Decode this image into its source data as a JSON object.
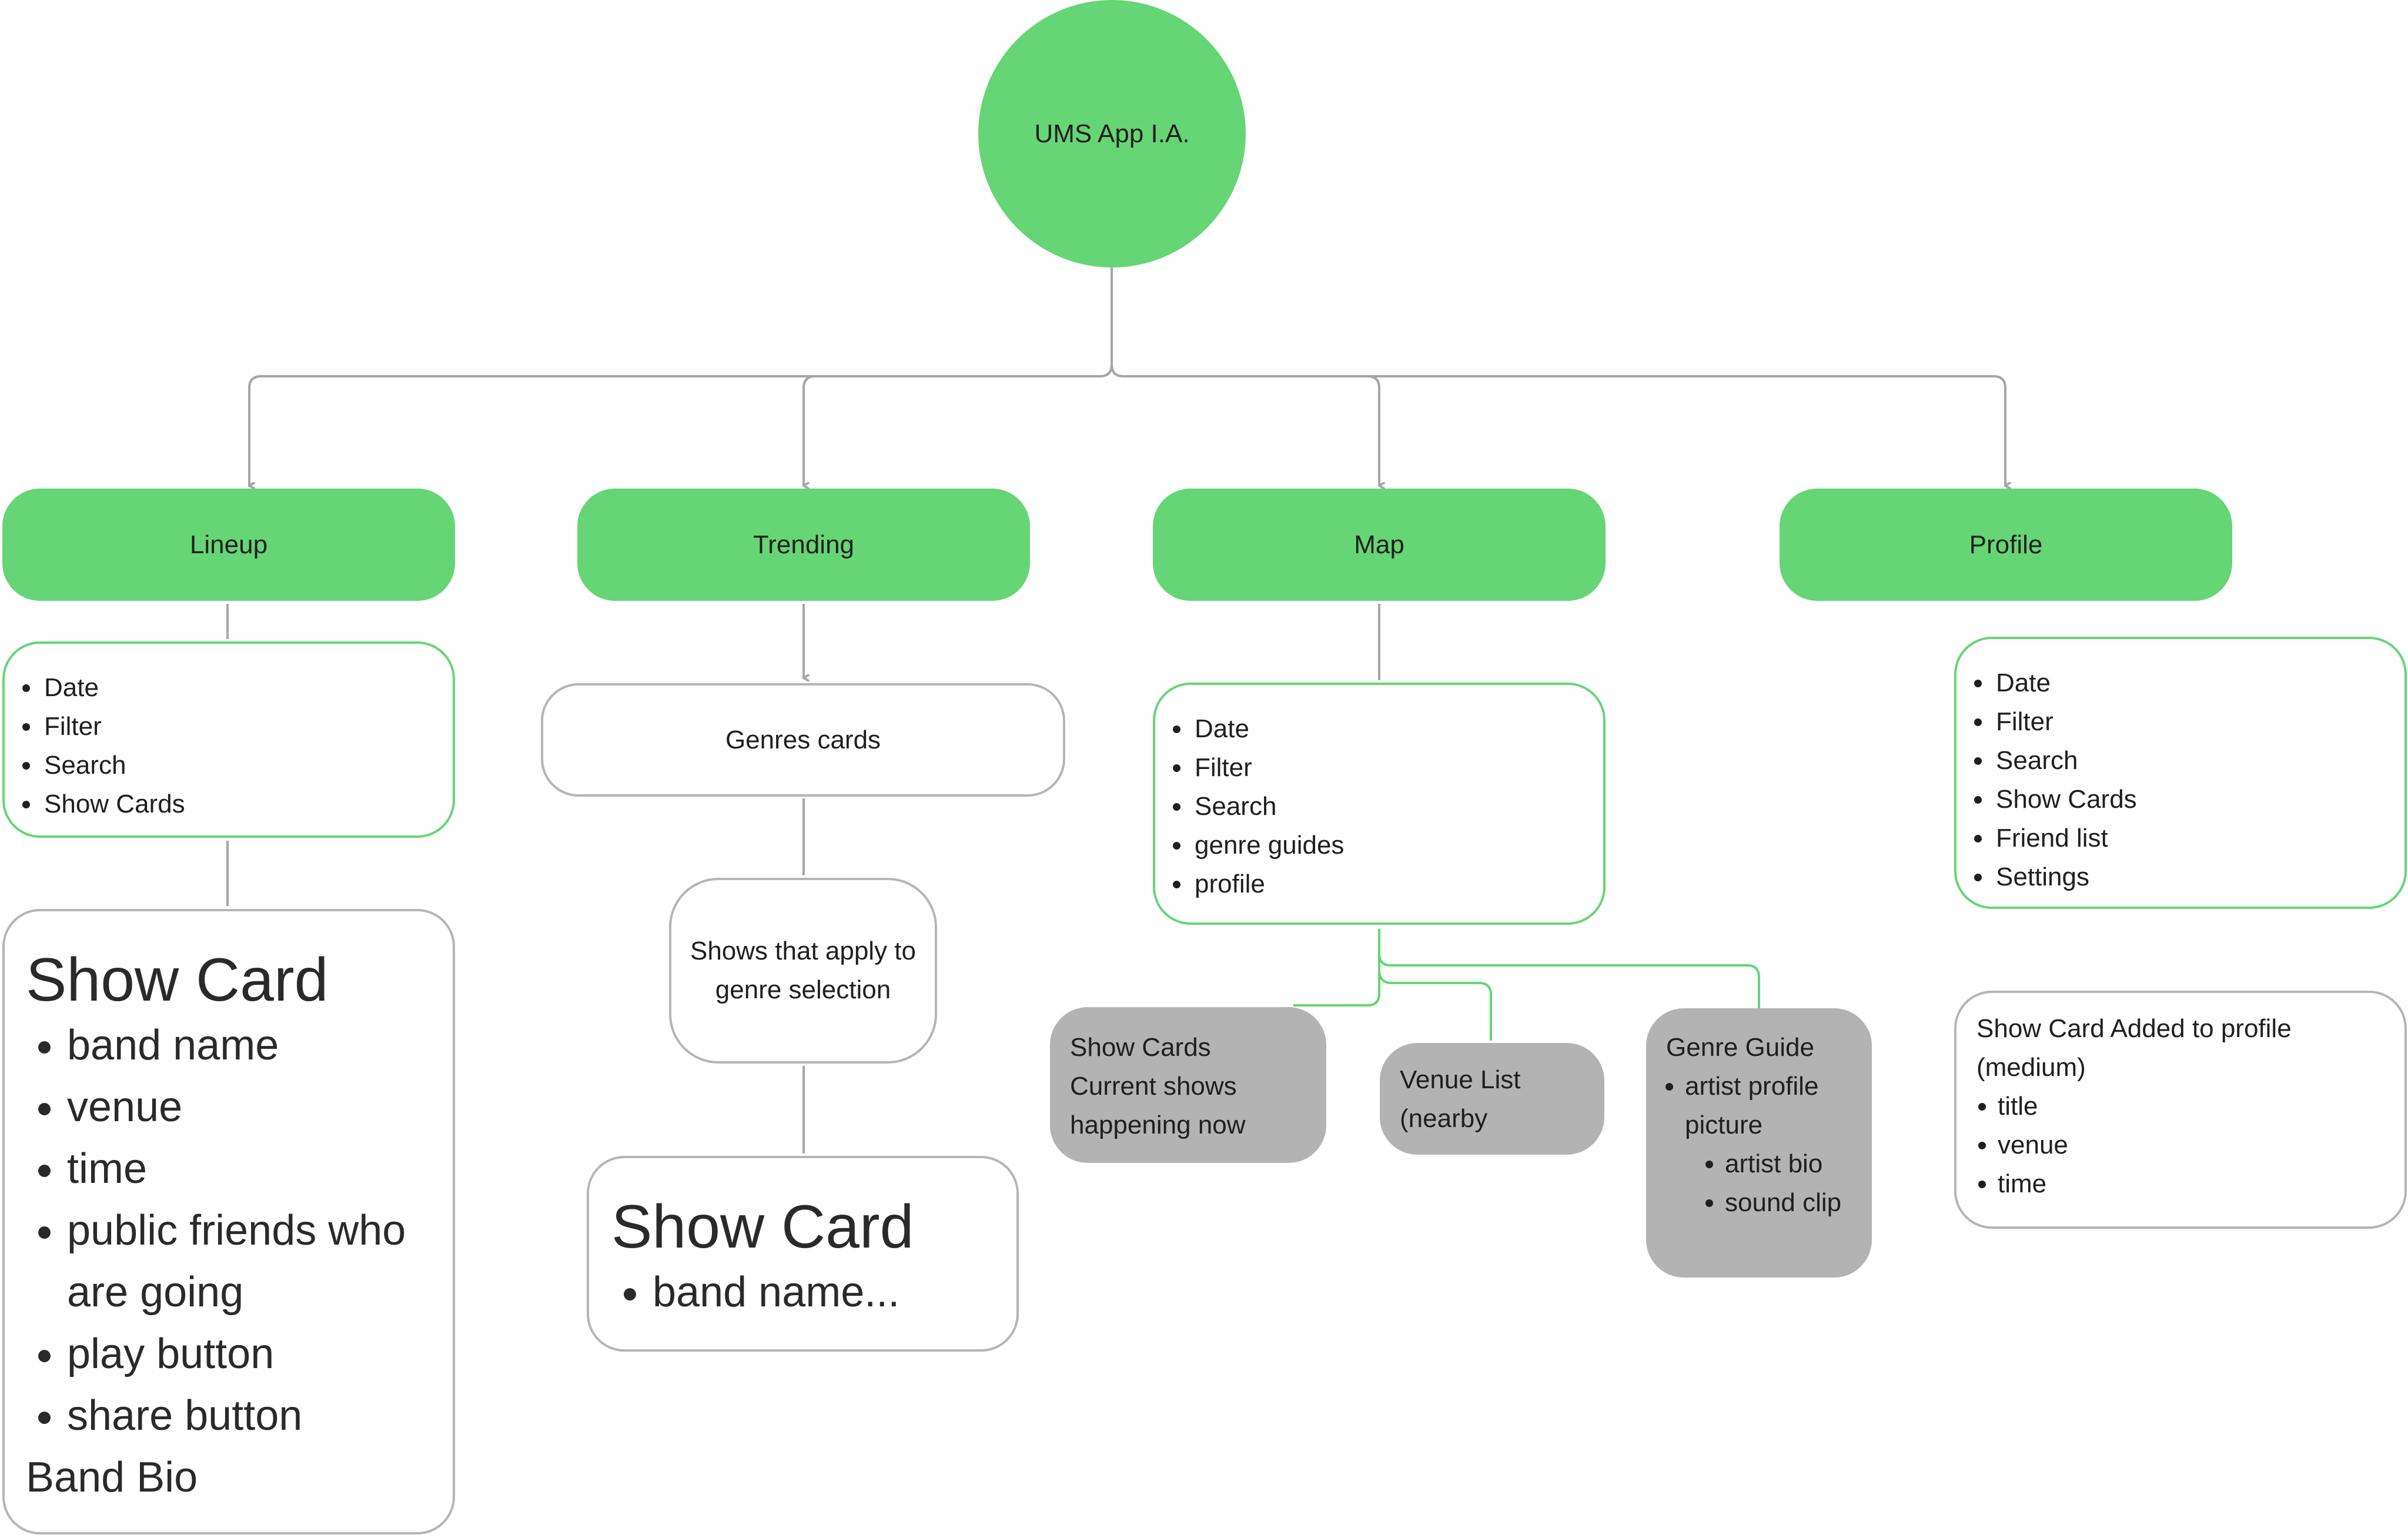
{
  "root": {
    "label": "UMS App I.A."
  },
  "sections": {
    "lineup": "Lineup",
    "trending": "Trending",
    "map": "Map",
    "profile": "Profile"
  },
  "lineup_features": [
    "Date",
    "Filter",
    "Search",
    "Show Cards"
  ],
  "lineup_show_card": {
    "title": "Show Card",
    "items": [
      "band name",
      "venue",
      "time",
      "public friends who are going",
      "play button",
      "share button"
    ],
    "footer": "Band Bio"
  },
  "trending_genres": "Genres cards",
  "trending_shows": "Shows that apply to genre selection",
  "trending_show_card": {
    "title": "Show Card",
    "items": [
      "band name..."
    ]
  },
  "map_features": [
    "Date",
    "Filter",
    "Search",
    "genre guides",
    "profile"
  ],
  "map_show_cards": {
    "line1": "Show Cards",
    "line2": "Current shows happening now"
  },
  "map_venue_list": "Venue List (nearby",
  "map_genre_guide": {
    "title": "Genre Guide",
    "item": "artist profile picture",
    "sub_items": [
      "artist bio",
      "sound clip"
    ]
  },
  "profile_features": [
    "Date",
    "Filter",
    "Search",
    "Show Cards",
    "Friend list",
    "Settings"
  ],
  "profile_show_card": {
    "title": "Show Card Added to profile (medium)",
    "items": [
      "title",
      "venue",
      "time"
    ]
  },
  "colors": {
    "accent_green": "#66d575",
    "grey_fill": "#b3b3b3",
    "connector_grey": "#a6a6a6",
    "border_grey": "#b5b5b5"
  }
}
